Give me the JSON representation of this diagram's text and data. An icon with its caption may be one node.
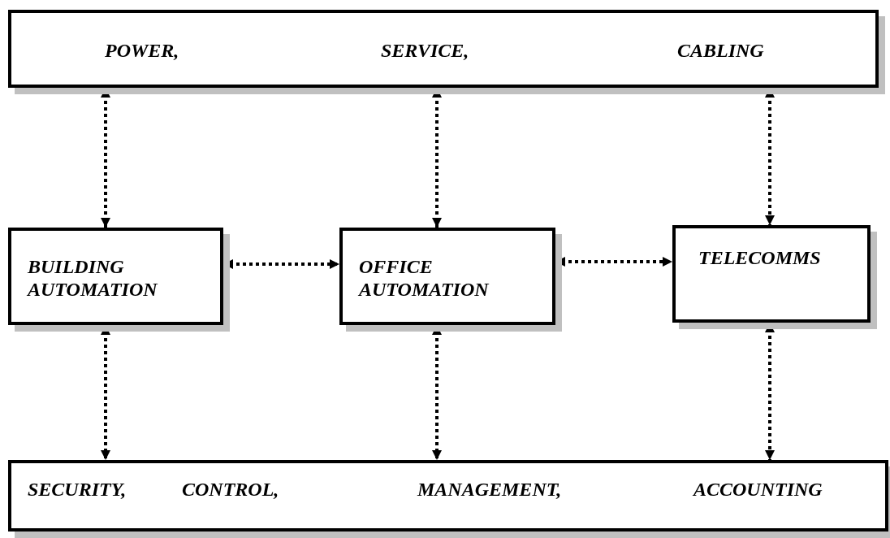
{
  "diagram": {
    "nodes": [
      {
        "text": [
          "POWER,",
          "SERVICE,",
          "CABLING"
        ]
      },
      {
        "text": [
          "BUILDING AUTOMATION"
        ]
      },
      {
        "text": [
          "OFFICE AUTOMATION"
        ]
      },
      {
        "text": [
          "TELECOMMS"
        ]
      },
      {
        "text": [
          "SECURITY,",
          "CONTROL,",
          "MANAGEMENT,",
          "ACCOUNTING"
        ]
      }
    ],
    "edges": [
      {
        "from": 0,
        "to": 1,
        "arrow": "both",
        "style": "dashed"
      },
      {
        "from": 0,
        "to": 2,
        "arrow": "both",
        "style": "dashed"
      },
      {
        "from": 0,
        "to": 3,
        "arrow": "both",
        "style": "dashed"
      },
      {
        "from": 1,
        "to": 2,
        "arrow": "both",
        "style": "dashed"
      },
      {
        "from": 2,
        "to": 3,
        "arrow": "both",
        "style": "dashed"
      },
      {
        "from": 1,
        "to": 4,
        "arrow": "both",
        "style": "dashed"
      },
      {
        "from": 2,
        "to": 4,
        "arrow": "both",
        "style": "dashed"
      },
      {
        "from": 3,
        "to": 4,
        "arrow": "both",
        "style": "dashed"
      }
    ]
  }
}
